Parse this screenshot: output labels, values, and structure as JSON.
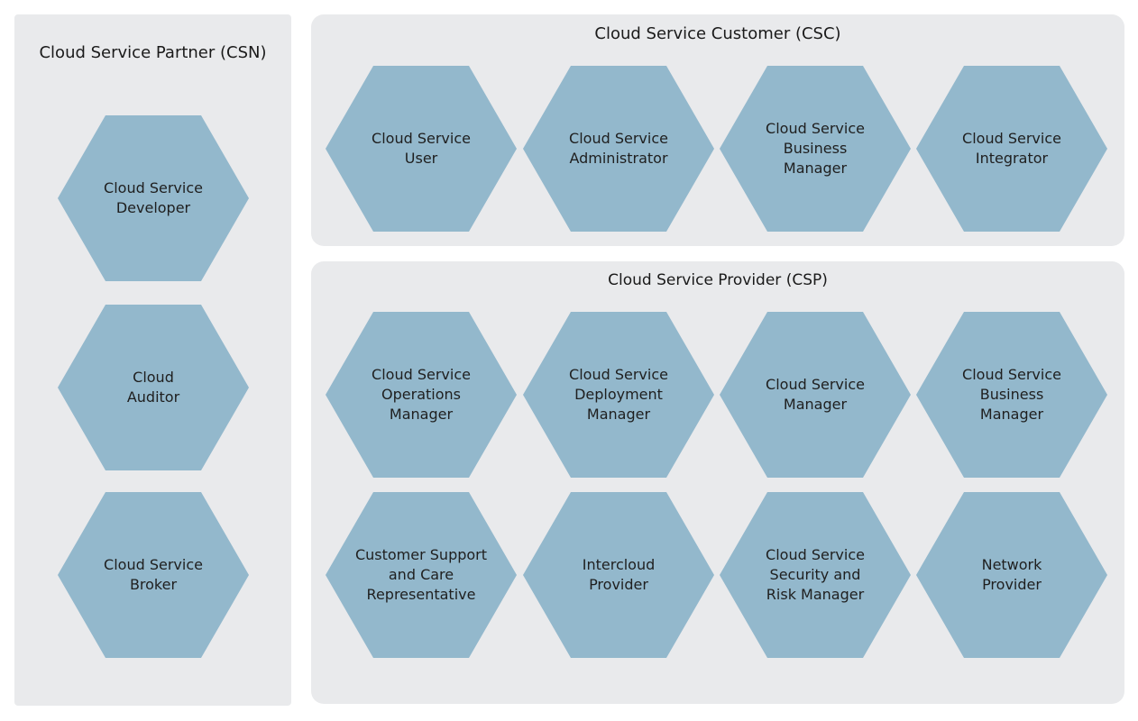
{
  "partner": {
    "title": "Cloud Service Partner (CSN)",
    "roles": [
      "Cloud Service\nDeveloper",
      "Cloud\nAuditor",
      "Cloud Service\nBroker"
    ]
  },
  "customer": {
    "title": "Cloud Service Customer (CSC)",
    "roles": [
      "Cloud Service\nUser",
      "Cloud Service\nAdministrator",
      "Cloud Service\nBusiness\nManager",
      "Cloud Service\nIntegrator"
    ]
  },
  "provider": {
    "title": "Cloud Service Provider (CSP)",
    "roles": [
      "Cloud Service\nOperations\nManager",
      "Cloud Service\nDeployment\nManager",
      "Cloud Service\nManager",
      "Cloud Service\nBusiness\nManager",
      "Customer Support\nand Care\nRepresentative",
      "Intercloud\nProvider",
      "Cloud Service\nSecurity and\nRisk Manager",
      "Network\nProvider"
    ]
  },
  "colors": {
    "panel": "#e9eaec",
    "hexagon": "#93b8cc"
  }
}
